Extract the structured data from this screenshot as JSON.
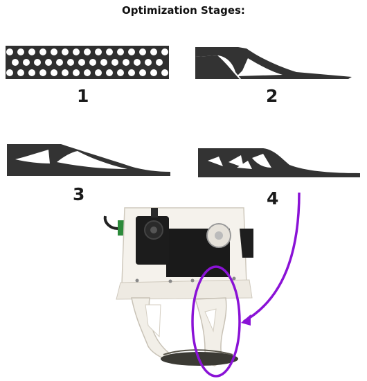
{
  "title": "Optimization Stages:",
  "stages": [
    {
      "number": "1"
    },
    {
      "number": "2"
    },
    {
      "number": "3"
    },
    {
      "number": "4"
    }
  ],
  "colors": {
    "structure": "#3a3a3a",
    "highlight": "#8a12d6",
    "gripper_body": "#f4f1ea",
    "motor": "#1c1c1c"
  }
}
